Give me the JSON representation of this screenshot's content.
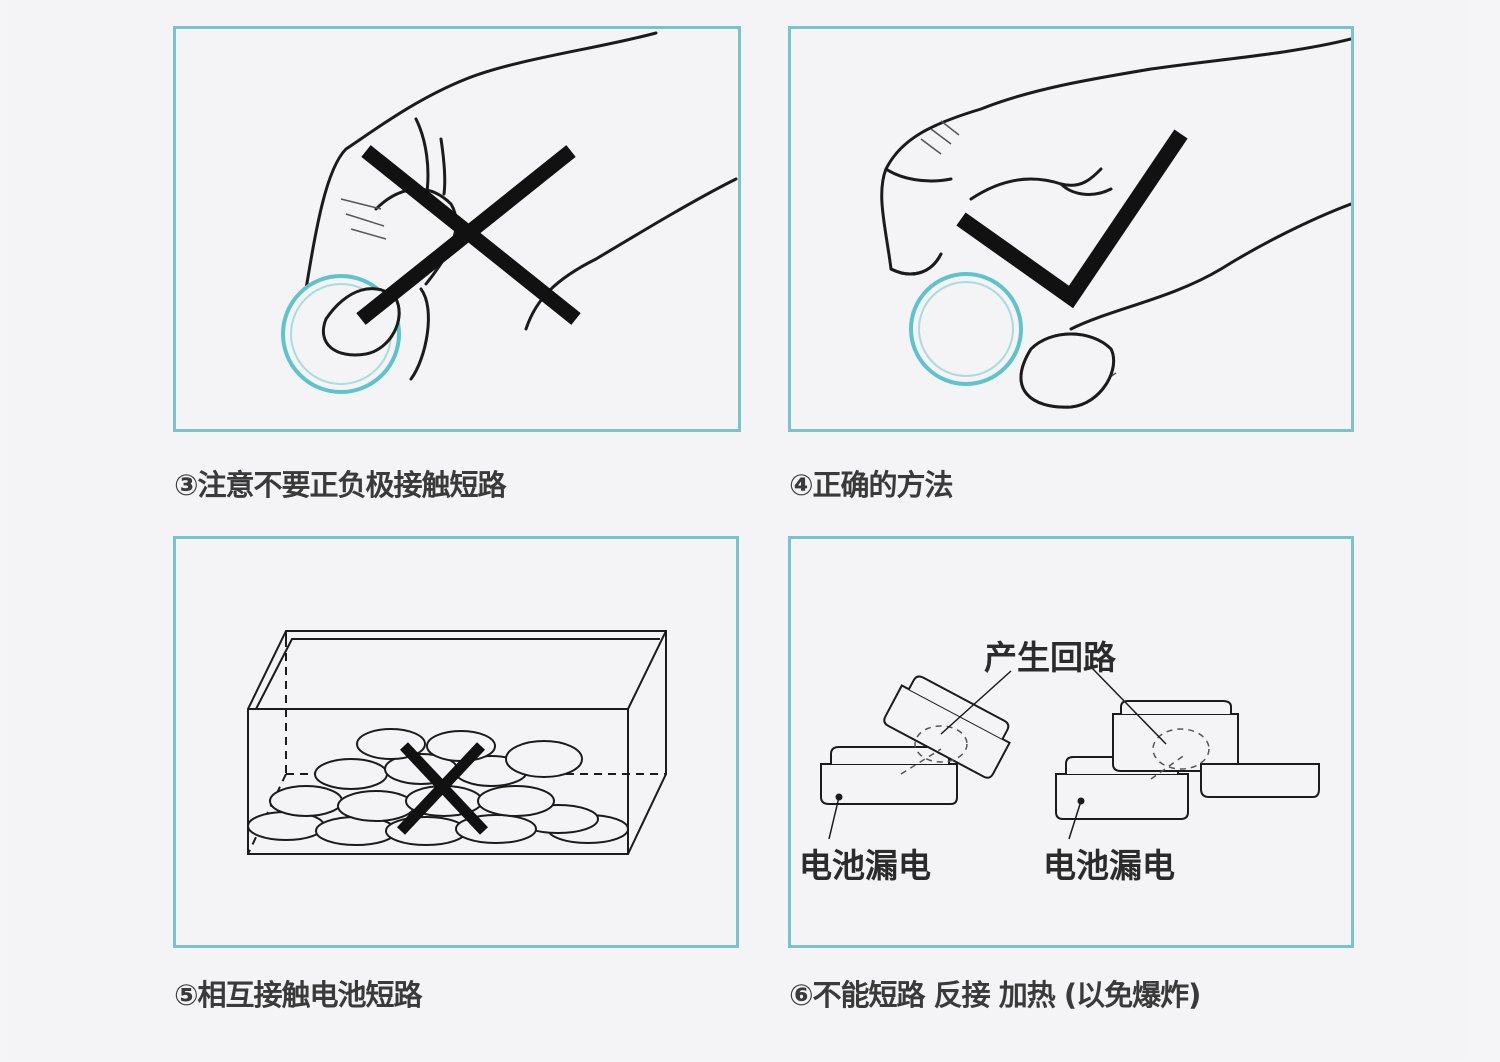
{
  "colors": {
    "frame": "#79c3cc",
    "ink": "#1b1b1b",
    "battery_ring": "#5fc3cb",
    "background": "#f4f3f5"
  },
  "panels": [
    {
      "caption": "③注意不要正负极接触短路",
      "mark": "cross-mark-icon"
    },
    {
      "caption": "④正确的方法",
      "mark": "check-mark-icon"
    },
    {
      "caption": "⑤相互接触电池短路",
      "mark": "cross-mark-icon"
    },
    {
      "caption": "⑥不能短路 反接 加热 (以免爆炸)",
      "labels": {
        "circuit": "产生回路",
        "leak_left": "电池漏电",
        "leak_right": "电池漏电"
      }
    }
  ]
}
